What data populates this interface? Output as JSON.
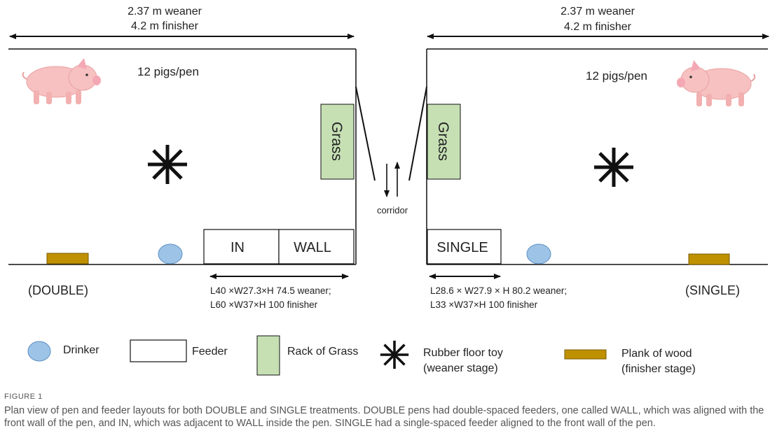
{
  "left_pen": {
    "dim_weaner": "2.37 m weaner",
    "dim_finisher": "4.2 m finisher",
    "pigs": "12 pigs/pen",
    "treatment": "(DOUBLE)",
    "feeder_in": "IN",
    "feeder_wall": "WALL",
    "grass": "Grass",
    "feeder_dim_weaner": "L40 ×W27.3×H 74.5 weaner;",
    "feeder_dim_finisher": "L60 ×W37×H 100 finisher"
  },
  "right_pen": {
    "dim_weaner": "2.37 m weaner",
    "dim_finisher": "4.2 m finisher",
    "pigs": "12 pigs/pen",
    "treatment": "(SINGLE)",
    "feeder_single": "SINGLE",
    "grass": "Grass",
    "feeder_dim_weaner": "L28.6 × W27.9 × H 80.2 weaner;",
    "feeder_dim_finisher": "L33 ×W37×H 100 finisher"
  },
  "corridor": "corridor",
  "legend": {
    "drinker": "Drinker",
    "feeder": "Feeder",
    "rack": "Rack of Grass",
    "toy_line1": "Rubber floor toy",
    "toy_line2": "(weaner stage)",
    "plank_line1": "Plank of wood",
    "plank_line2": "(finisher stage)"
  },
  "colors": {
    "grass_fill": "#c6e0b4",
    "drinker_fill": "#9dc3e6",
    "plank_fill": "#bf9000",
    "pig_fill": "#f7c1c1"
  },
  "caption": {
    "label": "FIGURE 1",
    "text": "Plan view of pen and feeder layouts for both DOUBLE and SINGLE treatments. DOUBLE pens had double-spaced feeders, one called WALL, which was aligned with the front wall of the pen, and IN, which was adjacent to WALL inside the pen. SINGLE had a single-spaced feeder aligned to the front wall of the pen."
  }
}
